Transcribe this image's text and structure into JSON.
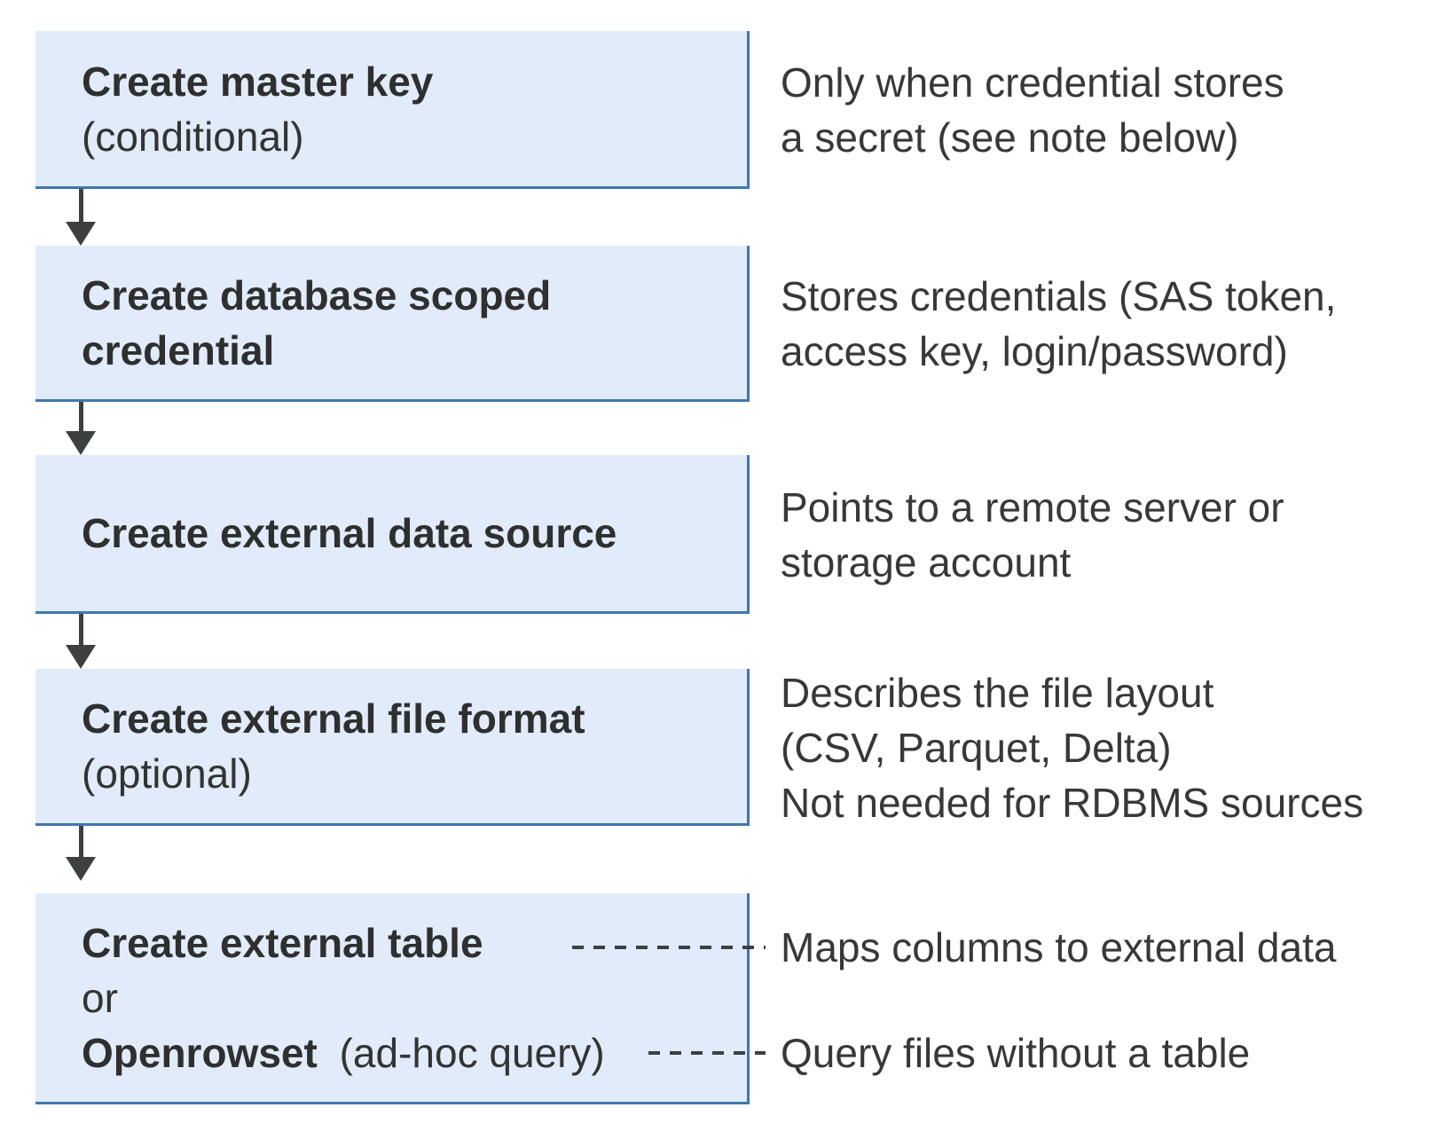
{
  "flowchart": {
    "colors": {
      "box_fill": "#e1ebfa",
      "box_border": "#4176ad",
      "arrow": "#3c4043",
      "text": "#333333"
    },
    "steps": [
      {
        "title": "Create master key",
        "qualifier": "(conditional)",
        "note_lines": [
          "Only when credential stores",
          "a secret (see note below)"
        ]
      },
      {
        "title": "Create database scoped credential",
        "note_lines": [
          "Stores credentials (SAS token,",
          "access key, login/password)"
        ]
      },
      {
        "title": "Create external data source",
        "note_lines": [
          "Points to a remote server or",
          "storage account"
        ]
      },
      {
        "title": "Create external file format",
        "qualifier": "(optional)",
        "note_lines": [
          "Describes the file layout",
          "(CSV, Parquet, Delta)",
          "Not needed for RDBMS sources"
        ]
      },
      {
        "title": "Create external table",
        "or_label": "or",
        "alt_title": "Openrowset",
        "alt_qualifier": "(ad-hoc query)",
        "note_table": "Maps columns to external data",
        "note_openrowset": "Query files without a table"
      }
    ]
  }
}
